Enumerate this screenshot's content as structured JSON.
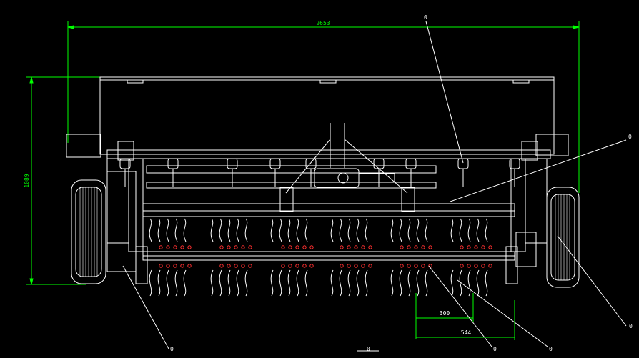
{
  "drawing": {
    "background": "#000000",
    "line_color": "#ffffff",
    "dimension_color": "#00ff00",
    "hardware_color": "#ff3030",
    "dimensions": {
      "overall_width": "2653",
      "overall_height": "1089",
      "tine_spacing": "300",
      "tine_offset": "544"
    },
    "balloon_labels": {
      "top_right": "0",
      "right_upper": "0",
      "right_lower": "0",
      "bottom_left": "0",
      "bottom_center": "0",
      "bottom_mid_right": "0",
      "bottom_right": "0"
    }
  }
}
